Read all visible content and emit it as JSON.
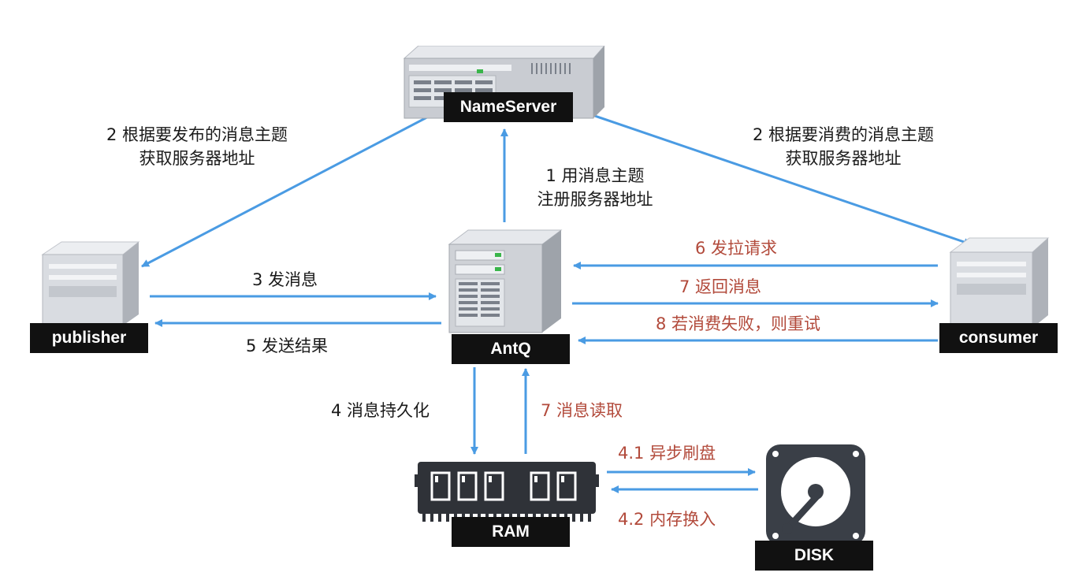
{
  "nodes": {
    "nameserver": "NameServer",
    "publisher": "publisher",
    "antq": "AntQ",
    "consumer": "consumer",
    "ram": "RAM",
    "disk": "DISK"
  },
  "edges": {
    "publisher_lookup": [
      "2 根据要发布的消息主题",
      "获取服务器地址"
    ],
    "consumer_lookup": [
      "2 根据要消费的消息主题",
      "获取服务器地址"
    ],
    "antq_register": [
      "1 用消息主题",
      "注册服务器地址"
    ],
    "send_message": "3 发消息",
    "send_result": "5 发送结果",
    "pull_request": "6 发拉请求",
    "return_message": "7 返回消息",
    "retry_on_fail": "8 若消费失败，则重试",
    "persist": "4 消息持久化",
    "read": "7 消息读取",
    "async_flush": "4.1 异步刷盘",
    "memory_swap_in": "4.2 内存换入"
  },
  "colors": {
    "arrow": "#4a9be3",
    "red_text": "#b24a3b",
    "label_bg": "#111111"
  },
  "icons": [
    "server-icon",
    "ram-icon",
    "disk-icon"
  ]
}
